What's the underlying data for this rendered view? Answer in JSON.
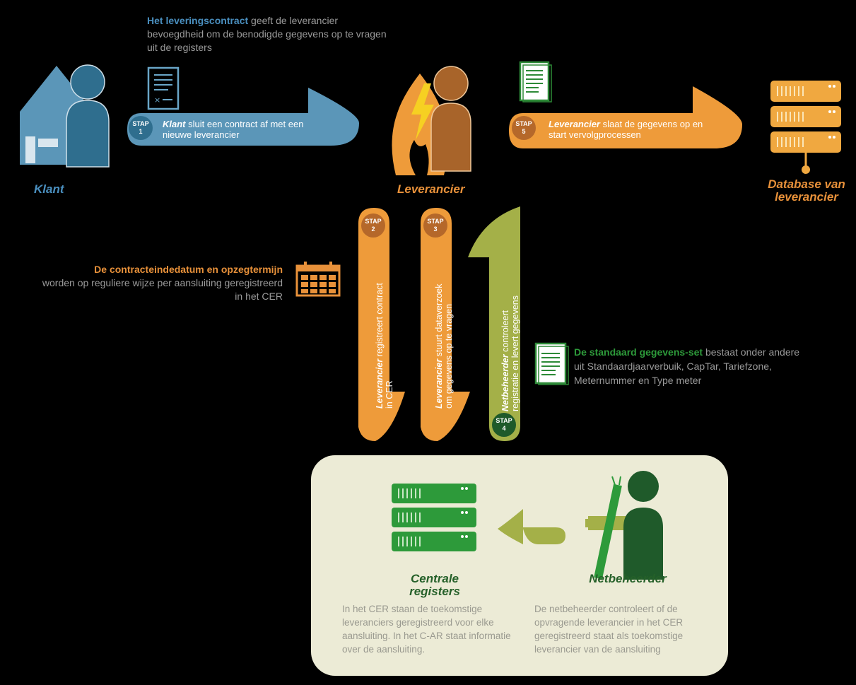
{
  "colors": {
    "blue": "#5b96b8",
    "blue_dark": "#2f6e8e",
    "orange": "#ee9b3a",
    "orange_dark": "#a8642a",
    "olive": "#a4b048",
    "green": "#2d8a37",
    "green_dark": "#1f5a2a",
    "panel_bg": "#ecebd6",
    "text_grey": "#9a9a9a"
  },
  "top_note": {
    "highlight": "Het leveringscontract",
    "rest": " geeft de leverancier bevoegdheid om de benodigde gegevens op te vragen uit de registers"
  },
  "actors": {
    "klant": "Klant",
    "leverancier": "Leverancier",
    "database": "Database van leverancier"
  },
  "steps": {
    "stap1": {
      "badge": "STAP\n1",
      "bold": "Klant",
      "rest": " sluit een contract af met een nieuwe leverancier"
    },
    "stap5": {
      "badge": "STAP\n5",
      "bold": "Leverancier",
      "rest": " slaat de gegevens op en start vervolgprocessen"
    },
    "stap2": {
      "badge": "STAP\n2",
      "bold": "Leverancier",
      "rest": " registreert contract\nin CER"
    },
    "stap3": {
      "badge": "STAP\n3",
      "bold": "Leverancier",
      "rest": " stuurt dataverzoek\nom gegevens op te vragen"
    },
    "stap4": {
      "badge": "STAP\n4",
      "bold": "Netbeheerder",
      "rest": " controleert\nregistratie en levert gegevens"
    }
  },
  "contract_note": {
    "highlight": "De contracteindedatum en opzegtermijn",
    "rest": "worden op reguliere wijze per aansluiting geregistreerd in het CER"
  },
  "dataset_note": {
    "highlight": "De standaard gegevens-set",
    "rest": " bestaat onder andere uit Standaardjaarverbuik, CapTar, Tariefzone, Meternummer en Type meter"
  },
  "panel": {
    "central_title": "Centrale registers",
    "central_text": "In het CER staan de toekomstige leveranciers geregistreerd voor elke aansluiting. In het C-AR staat informatie over de aansluiting.",
    "net_title": "Netbeheerder",
    "net_text": "De netbeheerder controleert of de opvragende leverancier in het CER geregistreerd staat als toekomstige leverancier van de aansluiting"
  },
  "icons": [
    "house-icon",
    "person-icon",
    "contract-document-icon",
    "lightning-icon",
    "document-icon",
    "database-icon",
    "calendar-icon",
    "server-icon",
    "cable-icon"
  ]
}
